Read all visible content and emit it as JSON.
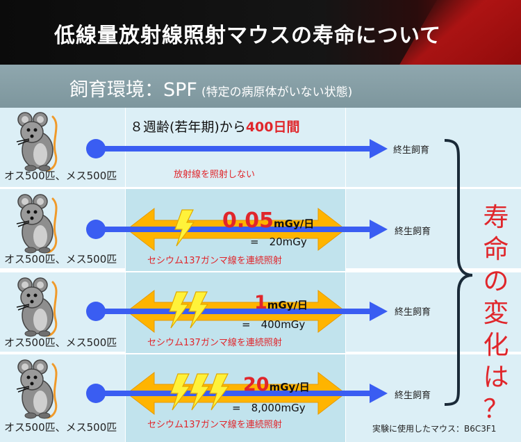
{
  "header": {
    "title": "低線量放射線照射マウスの寿命について"
  },
  "environment": {
    "label": "飼育環境：SPF",
    "note": "(特定の病原体がいない状態)"
  },
  "period": {
    "prefix": "８週齢(若年期)から",
    "highlight": "400日間"
  },
  "end_label": "終生飼育",
  "mouse_label": "オス500匹、メス500匹",
  "no_irradiation_label": "放射線を照射しない",
  "irradiation_label": "セシウム137ガンマ線を連続照射",
  "groups": [
    {
      "id": "control",
      "dose_value": "",
      "dose_unit": "",
      "total": "",
      "bolts": 0
    },
    {
      "id": "low",
      "dose_value": "0.05",
      "dose_unit": "mGy/日",
      "total": "=　20mGy",
      "bolts": 1
    },
    {
      "id": "mid",
      "dose_value": "1",
      "dose_unit": "mGy/日",
      "total": "=　400mGy",
      "bolts": 2
    },
    {
      "id": "high",
      "dose_value": "20",
      "dose_unit": "mGy/日",
      "total": "=　8,000mGy",
      "bolts": 3
    }
  ],
  "conclusion": [
    "寿",
    "命",
    "の",
    "変",
    "化",
    "は",
    "？"
  ],
  "strain_note": "実験に使用したマウス：B6C3F1",
  "colors": {
    "blue_arrow": "#3a5df2",
    "orange_arrow": "#ffb400",
    "bolt": "#fff23a",
    "red_text": "#e0262b",
    "row_bg": "#dceff6",
    "dose_zone": "#c1e3ed",
    "subheader": "#8aa3aa"
  }
}
